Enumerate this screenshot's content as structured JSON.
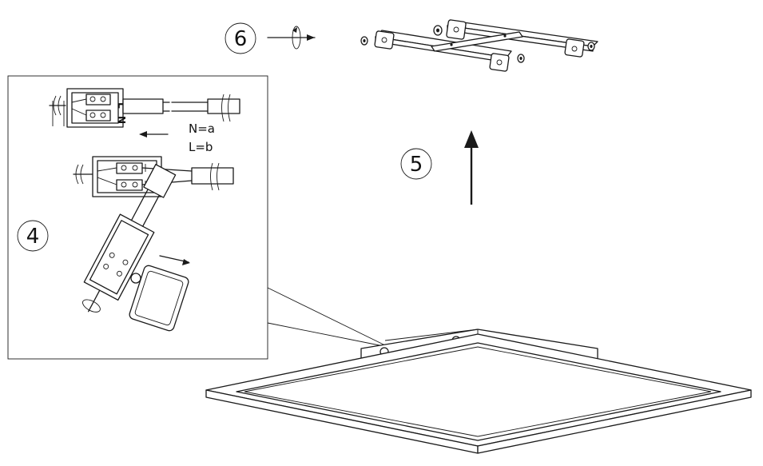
{
  "steps": {
    "step4": "4",
    "step5": "5",
    "step6": "6"
  },
  "wiring": {
    "terminal_l": "L",
    "terminal_n": "N",
    "neutral_map": "N=a",
    "live_map": "L=b"
  },
  "colors": {
    "line": "#1a1a1a",
    "background": "#ffffff"
  }
}
